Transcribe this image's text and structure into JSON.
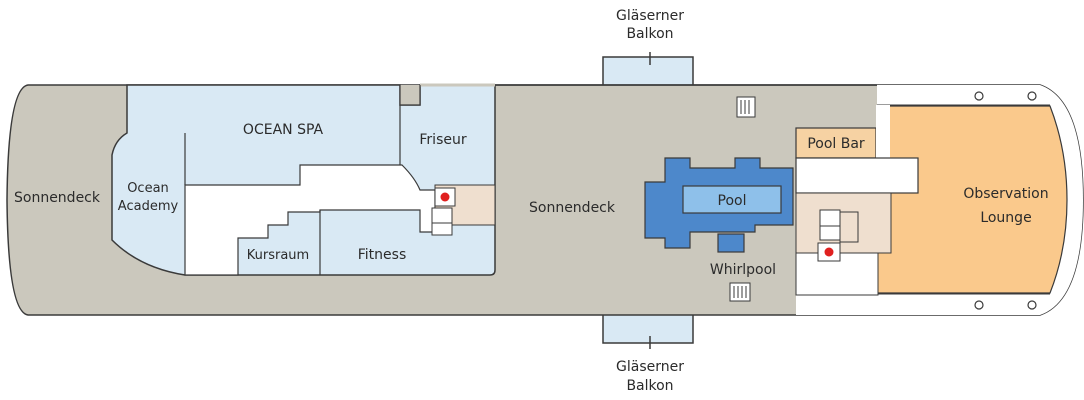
{
  "labels": {
    "balcony_top_line1": "Gläserner",
    "balcony_top_line2": "Balkon",
    "balcony_bottom_line1": "Gläserner",
    "balcony_bottom_line2": "Balkon",
    "sun_deck_left": "Sonnendeck",
    "sun_deck_center": "Sonnendeck",
    "ocean_spa": "OCEAN SPA",
    "ocean_academy_line1": "Ocean",
    "ocean_academy_line2": "Academy",
    "hairdresser": "Friseur",
    "course_room": "Kursraum",
    "fitness": "Fitness",
    "pool": "Pool",
    "whirlpool": "Whirlpool",
    "pool_bar": "Pool Bar",
    "observation_line1": "Observation",
    "observation_line2": "Lounge"
  },
  "colors": {
    "deck": "#cbc8bd",
    "spa": "#d9e9f4",
    "pool_dark": "#4d88cb",
    "pool_light": "#8ec0ea",
    "bar": "#f6d2a3",
    "lounge": "#fac98c",
    "stairs_area": "#efdfcf",
    "lift_marker": "#e0201f",
    "outline": "#3a3a3a"
  }
}
